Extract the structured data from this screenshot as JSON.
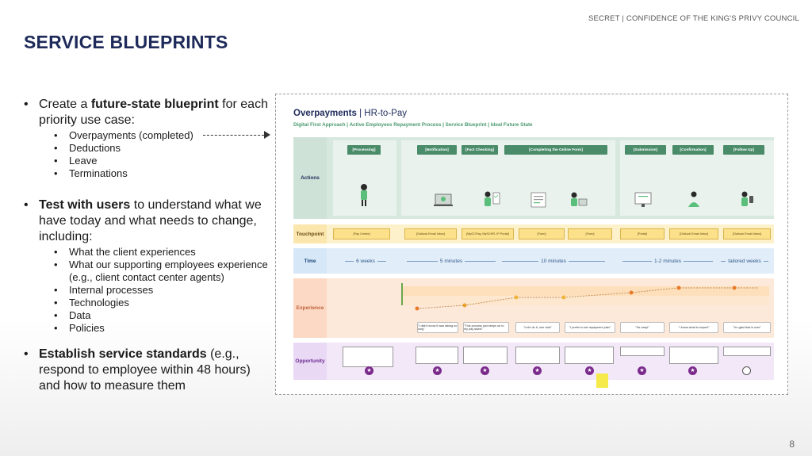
{
  "header": {
    "classification": "SECRET | CONFIDENCE OF THE KING'S PRIVY COUNCIL",
    "title": "SERVICE BLUEPRINTS",
    "page_number": "8"
  },
  "bullets": {
    "b1_pre": "Create a ",
    "b1_bold": "future-state blueprint",
    "b1_post": " for each priority use case:",
    "b1_items": [
      "Overpayments (completed)",
      "Deductions",
      "Leave",
      "Terminations"
    ],
    "b2_bold": "Test with users",
    "b2_post": " to understand what we have today and what needs to change, including:",
    "b2_items": [
      "What the client experiences",
      "What our supporting employees experience (e.g., client contact center agents)",
      "Internal processes",
      "Technologies",
      "Data",
      "Policies"
    ],
    "b3_bold": "Establish service standards",
    "b3_post": " (e.g., respond to employee within 48 hours) and how to measure them"
  },
  "blueprint": {
    "title_bold": "Overpayments",
    "title_rest": " | HR-to-Pay",
    "subtitle": "Digital First Approach    |    Active Employees Repayment Process    |    Service Blueprint    |    Ideal Future State",
    "lanes": {
      "actions": "Actions",
      "touchpoint": "Touchpoint",
      "time": "Time",
      "experience": "Experience",
      "opportunity": "Opportunity"
    },
    "stages": [
      "[Processing]",
      "[Notification]",
      "[Fact Checking]",
      "[Completing the Online Form]",
      "[Submission]",
      "[Confirmation]",
      "[Follow Up]"
    ],
    "touchpoints": [
      "[Pay Centre]",
      "[Outlook Email Inbox]",
      "[MyGCPay, MySCHR, IP Portal]",
      "[Form]",
      "[Form]",
      "[Portal]",
      "[Outlook Email Inbox]",
      "[Outlook Email Inbox]"
    ],
    "times": [
      "6 weeks",
      "5 minutes",
      "10 minutes",
      "1-2 minutes",
      "tailored weeks"
    ],
    "experience": [
      "\"I didn't know it was taking so long\"",
      "\"This process just keeps on to my pay stubs\"",
      "\"Let's do it, one click\"",
      "\"I prefer to set repayment plan\"",
      "\"It's easy!\"",
      "\"I know what to expect\"",
      "\"I'm glad that is over\""
    ]
  },
  "colors": {
    "title": "#1e2a5a",
    "stage": "#4a8c6a",
    "opportunity_star": "#7b2a8c"
  }
}
